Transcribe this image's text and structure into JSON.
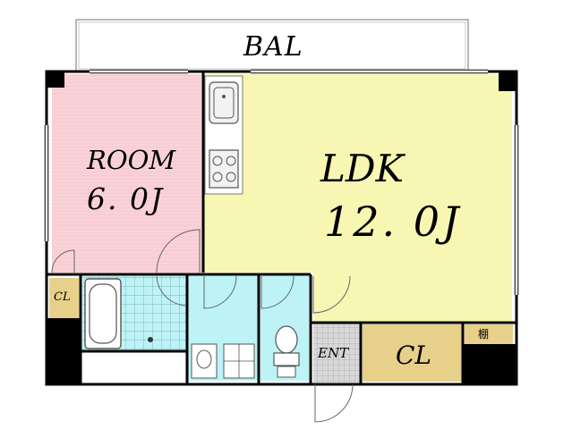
{
  "plan": {
    "balcony": {
      "label": "BAL"
    },
    "room": {
      "name": "ROOM",
      "size": "6. 0J"
    },
    "ldk": {
      "name": "LDK",
      "size": "12. 0J"
    },
    "closet_small": {
      "label": "CL"
    },
    "entrance": {
      "label": "ENT"
    },
    "closet_large": {
      "label": "CL"
    },
    "shelf": {
      "label": "棚"
    }
  },
  "colors": {
    "room_fill": "#f9d2d8",
    "ldk_fill": "#f7f7b3",
    "wet_area_fill": "#bdf3f7",
    "closet_fill": "#e7d08a",
    "balcony_fill": "#ffffff",
    "wall": "#000000",
    "entrance_fill": "#d0d0d0"
  }
}
